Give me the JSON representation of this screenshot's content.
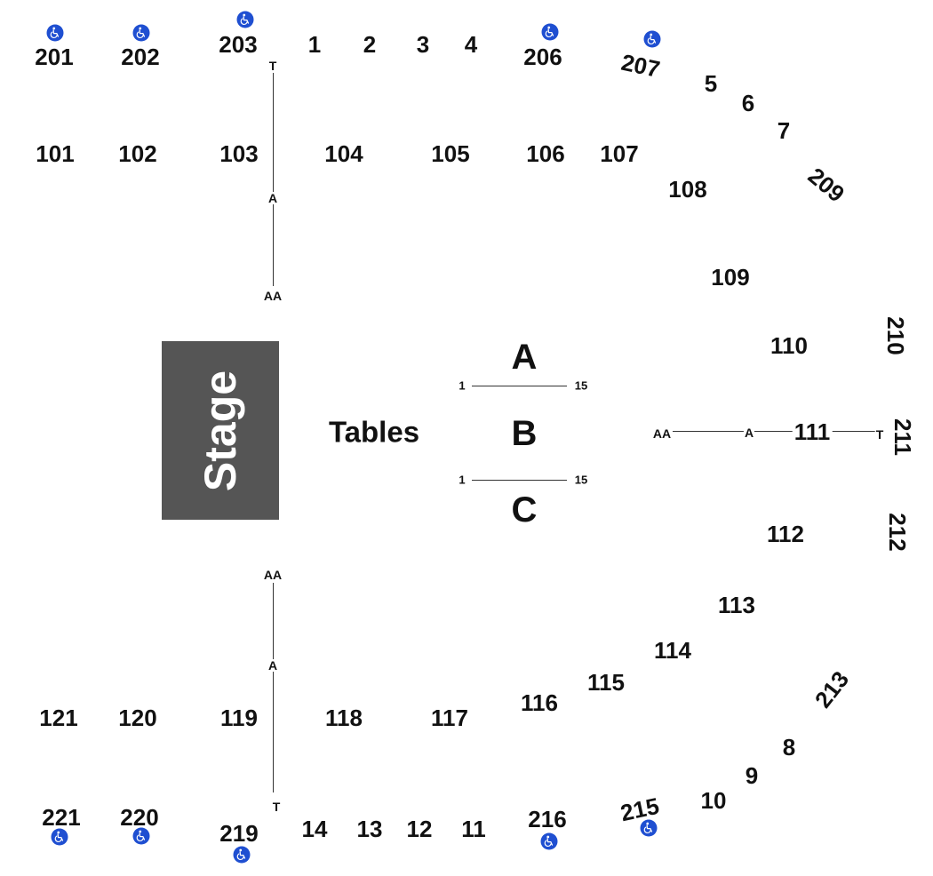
{
  "stage_label": "Stage",
  "tables_label": "Tables",
  "table_rows": [
    "A",
    "B",
    "C"
  ],
  "table_seat_start": "1",
  "table_seat_end": "15",
  "aisle_rows": {
    "front": "AA",
    "mid": "A",
    "back": "T"
  },
  "accessible_icon": "wheelchair-icon",
  "colors": {
    "stage": "#555555",
    "accessible": "#1f4fd1",
    "text": "#111111"
  },
  "sections": {
    "s201": "201",
    "s202": "202",
    "s203": "203",
    "s1": "1",
    "s2": "2",
    "s3": "3",
    "s4": "4",
    "s206": "206",
    "s207": "207",
    "s5": "5",
    "s6": "6",
    "s7": "7",
    "s209": "209",
    "s101": "101",
    "s102": "102",
    "s103": "103",
    "s104": "104",
    "s105": "105",
    "s106": "106",
    "s107": "107",
    "s108": "108",
    "s109": "109",
    "s110": "110",
    "s111": "111",
    "s112": "112",
    "s113": "113",
    "s114": "114",
    "s115": "115",
    "s116": "116",
    "s117": "117",
    "s118": "118",
    "s119": "119",
    "s120": "120",
    "s121": "121",
    "s210": "210",
    "s211": "211",
    "s212": "212",
    "s213": "213",
    "s8": "8",
    "s9": "9",
    "s10": "10",
    "s215": "215",
    "s216": "216",
    "s11": "11",
    "s12": "12",
    "s13": "13",
    "s14": "14",
    "s219": "219",
    "s220": "220",
    "s221": "221"
  }
}
